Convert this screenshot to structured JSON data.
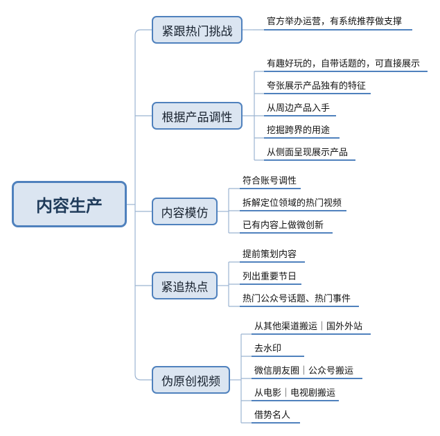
{
  "root": {
    "label": "内容生产"
  },
  "branches": [
    {
      "label": "紧跟热门挑战",
      "leaves": [
        "官方举办运营，有系统推荐做支撑"
      ]
    },
    {
      "label": "根据产品调性",
      "leaves": [
        "有趣好玩的，自带话题的，可直接展示",
        "夸张展示产品独有的特征",
        "从周边产品入手",
        "挖掘跨界的用途",
        "从侧面呈现展示产品"
      ]
    },
    {
      "label": "内容模仿",
      "leaves": [
        "符合账号调性",
        "拆解定位领域的热门视频",
        "已有内容上做微创新"
      ]
    },
    {
      "label": "紧追热点",
      "leaves": [
        "提前策划内容",
        "列出重要节日",
        "热门公众号话题、热门事件"
      ]
    },
    {
      "label": "伪原创视频",
      "leaves": [
        "从其他渠道搬运｜国外外站",
        "去水印",
        "微信朋友圈｜公众号搬运",
        "从电影｜电视剧搬运",
        "借势名人"
      ]
    }
  ],
  "colors": {
    "node_fill": "#dbe5f1",
    "node_border": "#4f81bd",
    "connector": "#9bb3d1",
    "underline": "#4f81bd"
  }
}
